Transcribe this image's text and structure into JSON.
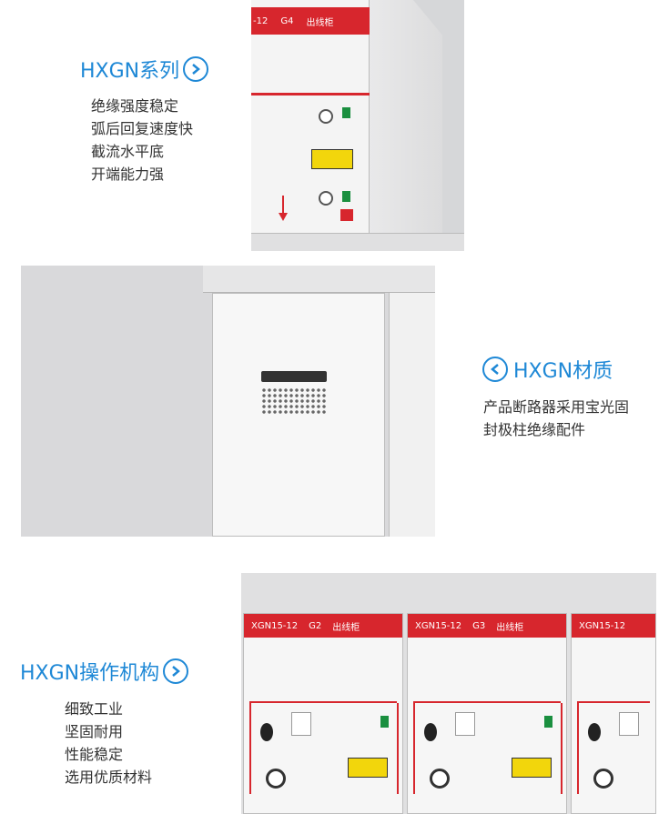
{
  "sections": [
    {
      "title": "HXGN系列",
      "lines": [
        "绝缘强度稳定",
        "弧后回复速度快",
        "截流水平底",
        "开端能力强"
      ]
    },
    {
      "title": "HXGN材质",
      "lines": [
        "产品断路器采用宝光固",
        "封极柱绝缘配件"
      ]
    },
    {
      "title": "HXGN操作机构",
      "lines": [
        "细致工业",
        "坚固耐用",
        "性能稳定",
        "选用优质材料"
      ]
    }
  ],
  "photo1": {
    "code": "-12",
    "unit": "G4",
    "label": "出线柜"
  },
  "photo3": {
    "cabinets": [
      {
        "code": "XGN15-12",
        "unit": "G2",
        "label": "出线柜"
      },
      {
        "code": "XGN15-12",
        "unit": "G3",
        "label": "出线柜"
      },
      {
        "code": "XGN15-12",
        "unit": "",
        "label": ""
      }
    ]
  },
  "colors": {
    "accent": "#1e88d6",
    "cabinet_red": "#d7262d",
    "warning_yellow": "#f2d60c"
  }
}
